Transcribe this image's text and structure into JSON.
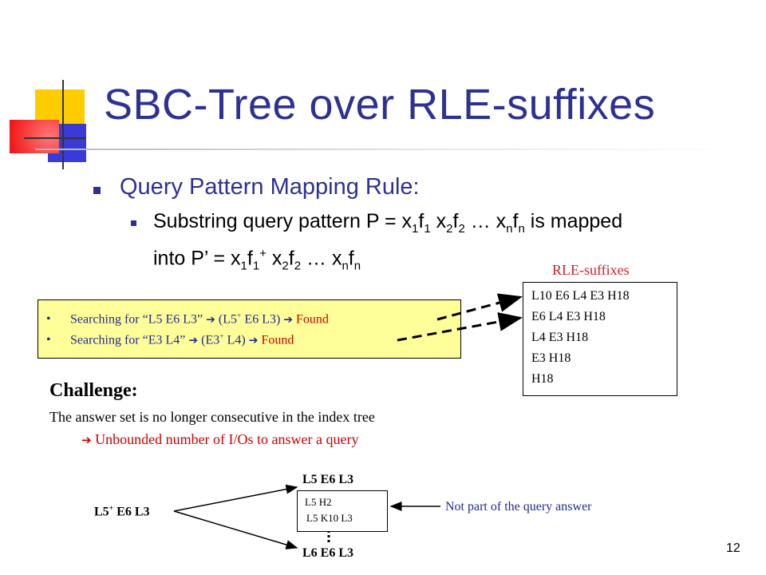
{
  "slide": {
    "title": "SBC-Tree over RLE-suffixes",
    "page_number": "12"
  },
  "rule": {
    "heading": "Query Pattern Mapping Rule:",
    "text_a": "Substring query pattern P = x",
    "s1": "1",
    "f1": "f",
    "s2": "1",
    "x2": " x",
    "s3": "2",
    "f2": "f",
    "s4": "2",
    "dots": " … x",
    "s5": "n",
    "fn": "f",
    "s6": "n",
    "text_b": " is mapped",
    "line2_a": "into P’ = x",
    "t1": "1",
    "tf1": "f",
    "t2": "1",
    "plus": "+",
    "tx2": " x",
    "t3": "2",
    "tf2": "f",
    "t4": "2",
    "tdots": " … x",
    "t5": "n",
    "tfn": "f",
    "t6": "n"
  },
  "searches": [
    {
      "bullet": "•",
      "prefix": "Searching for “L5 E6 L3”  ",
      "arrow": "",
      "mapped_a": " (L5",
      "mapped_plus": "+",
      "mapped_b": " E6 L3)  ",
      "arrow2": "",
      "result": " Found"
    },
    {
      "bullet": "•",
      "prefix": "Searching for “E3 L4”  ",
      "arrow": "",
      "mapped_a": " (E3",
      "mapped_plus": "+",
      "mapped_b": " L4) ",
      "arrow2": "",
      "result": " Found"
    }
  ],
  "rle": {
    "label": "RLE-suffixes",
    "items": [
      "L10 E6 L4 E3 H18",
      "E6 L4 E3 H18",
      "L4 E3 H18",
      "E3 H18",
      "H18"
    ]
  },
  "challenge": {
    "heading": "Challenge:",
    "line1": "The answer set is no longer consecutive in the index tree",
    "arrow": "",
    "line2": " Unbounded number of I/Os to answer a query"
  },
  "diagram": {
    "root_a": "L5",
    "root_plus": "+",
    "root_b": " E6 L3",
    "top_label": "L5 E6 L3",
    "bottom_label": "L6 E6 L3",
    "box_items": [
      "L5 H2",
      "L5 K10 L3"
    ],
    "note": "Not part of the query answer"
  },
  "colors": {
    "title_blue": "#2e3192",
    "red": "#cc0000",
    "highlight_yellow": "#ffff99"
  }
}
